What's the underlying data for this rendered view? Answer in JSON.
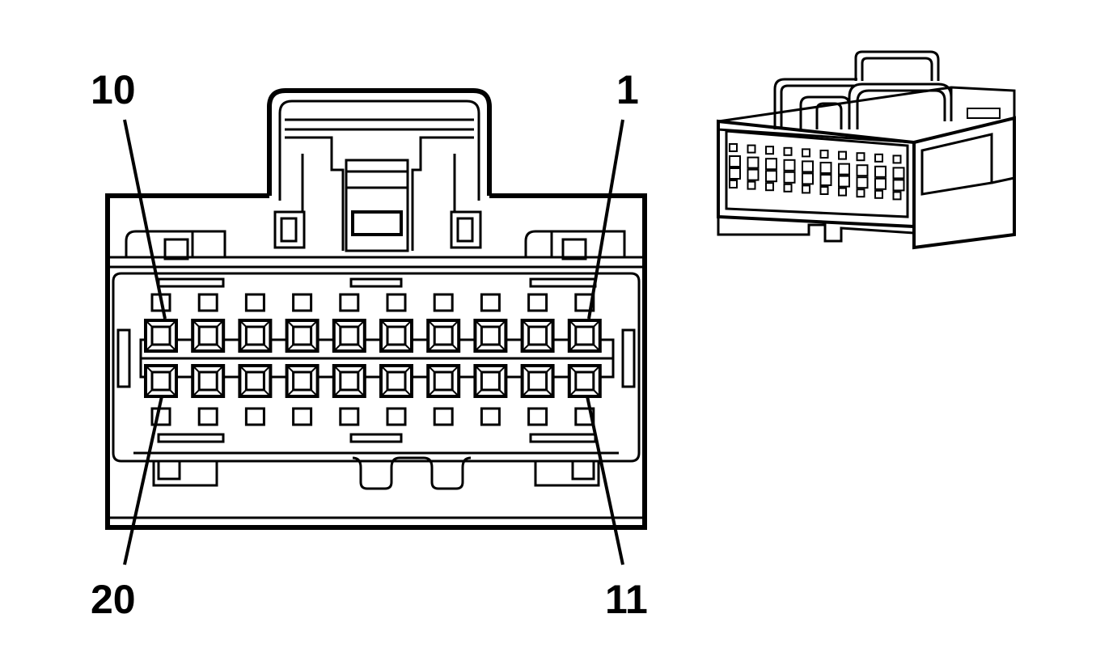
{
  "diagram": {
    "pin_labels": {
      "top_left": "10",
      "top_right": "1",
      "bottom_left": "20",
      "bottom_right": "11"
    },
    "connector_face": {
      "cavity_rows": 2,
      "cavities_per_row": 10
    },
    "colors": {
      "line": "#000000",
      "background": "#ffffff"
    }
  }
}
